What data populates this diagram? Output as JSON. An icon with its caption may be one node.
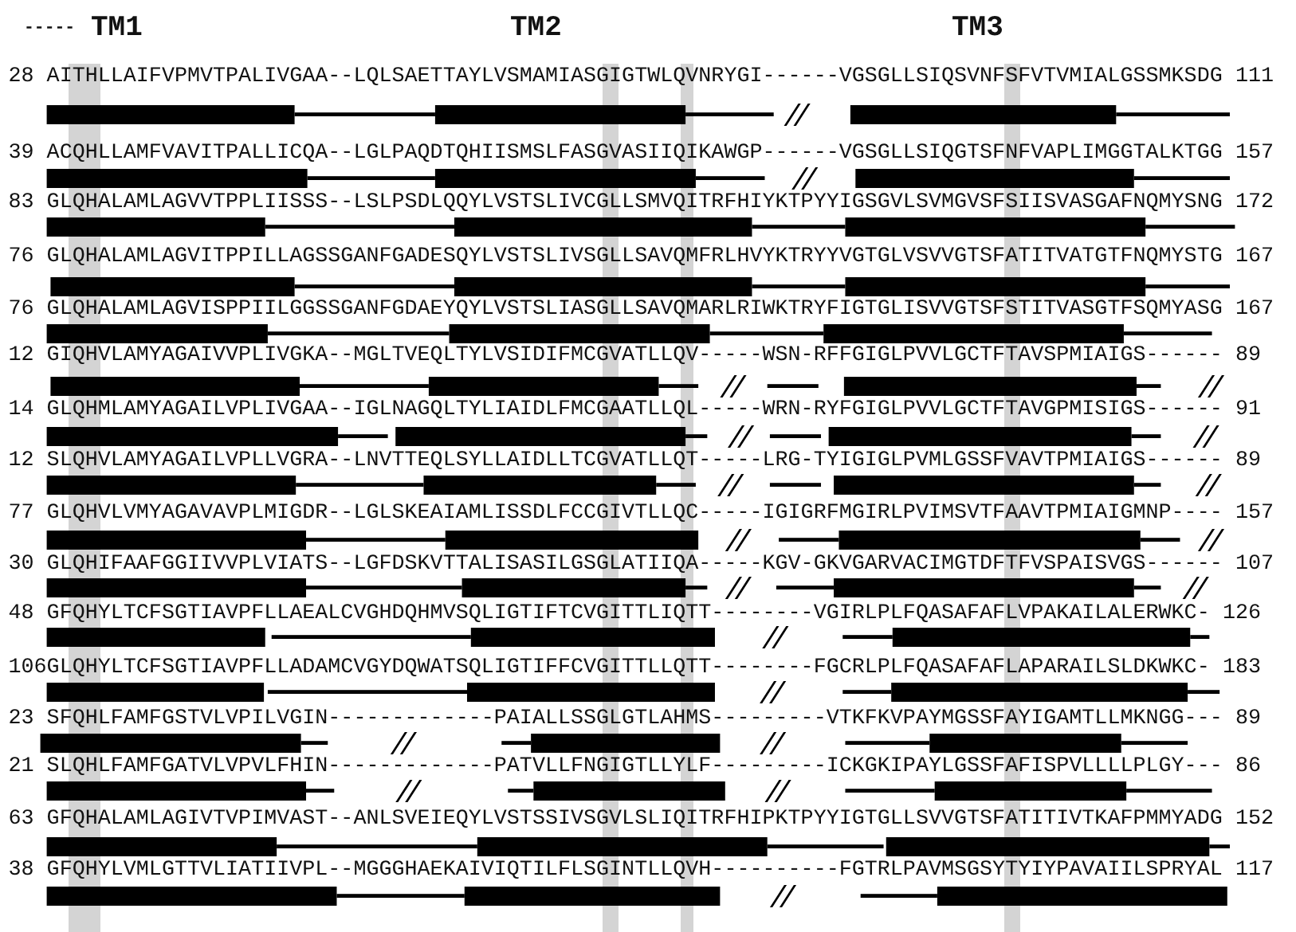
{
  "diagram": {
    "nodes": [
      {
        "text": [],
        "shape": "bar"
      },
      {
        "text": [],
        "shape": "bar"
      },
      {
        "text": [],
        "shape": "bar"
      },
      {
        "text": [],
        "shape": "bar"
      }
    ],
    "labels": [
      "-----",
      "TM1",
      "TM2",
      "TM3",
      "28",
      "AITHLLAIFVPMVTPALIVGAA--LQLSAETTAYLVSMAMIASGIGTWLQVNRYGI------VGSGLLSIQSVNFSFVTVMIALGSSMKSDG",
      "111",
      "39",
      "ACQHLLAMFVAVITPALLICQA--LGLPAQDTQHIISMSLFASGVASIIQIKAWGP------VGSGLLSIQGTSFNFVAPLIMGGTALKTGG",
      "157",
      "83",
      "GLQHALAMLAGVVTPPLIISSS--LSLPSDLQQYLVSTSLIVCGLLSMVQITRFHIYKTPYYIGSGVLSVMGVSFSIISVASGAFNQMYSNG",
      "172",
      "76",
      "GLQHALAMLAGVITPPILLAGSSGANFGADESQYLVSTSLIVSGLLSAVQMFRLHVYKTRYYVGTGLVSVVGTSFATITVATGTFNQMYSTG",
      "167",
      "76",
      "GLQHALAMLAGVISPPIILGGSSGANFGDAEYQYLVSTSLIASGLLSAVQMARLRIWKTRYFIGTGLISVVGTSFSTITVASGTFSQMYASG",
      "167",
      "12",
      "GIQHVLAMYAGAIVVPLIVGKA--MGLTVEQLTYLVSIDIFMCGVATLLQV-----WSN-RFFGIGLPVVLGCTFTAVSPMIAIGS------",
      "89",
      "14",
      "GLQHMLAMYAGAILVPLIVGAA--IGLNAGQLTYLIAIDLFMCGAATLLQL-----WRN-RYFGIGLPVVLGCTFTAVGPMISIGS------",
      "91",
      "12",
      "SLQHVLAMYAGAILVPLLVGRA--LNVTTEQLSYLLAIDLLTCGVATLLQT-----LRG-TYIGIGLPVMLGSSFVAVTPMIAIGS------",
      "89",
      "77",
      "GLQHVLVMYAGAVAVPLMIGDR--LGLSKEAIAMLISSDLFCCGIVTLLQC-----IGIGRFMGIRLPVIMSVTFAAVTPMIAIGMNP----",
      "157",
      "30",
      "GLQHIFAAFGGIIVVPLVIATS--LGFDSKVTTALISASILGSGLATIIQA-----KGV-GKVGARVACIMGTDFTFVSPAISVGS------",
      "107",
      "48",
      "GFQHYLTCFSGTIAVPFLLAEALCVGHDQHMVSQLIGTIFTCVGITTLIQTT--------VGIRLPLFQASAFAFLVPAKAILALERWKC-",
      "126",
      "106",
      "GLQHYLTCFSGTIAVPFLLADAMCVGYDQWATSQLIGTIFFCVGITTLLQTT--------FGCRLPLFQASAFAFLAPARAILSLDKWKC-",
      "183",
      "23",
      "SFQHLFAMFGSTVLVPILVGIN-------------PAIALLSSGLGTLAHMS---------VTKFKVPAYMGSSFAYIGAMTLLMKNGG---",
      "89",
      "21",
      "SLQHLFAMFGATVLVPVLFHIN-------------PATVLLFNGIGTLLYLF---------ICKGKIPAYLGSSFAFISPVLLLLPLGY---",
      "86",
      "63",
      "GFQHALAMLAGIVTVPIMVAST--ANLSVEIEQYLVSTSSIVSGVLSLIQITRFHIPKTPYYIGTGLLSVVGTSFATITIVTKAFPMMYADG",
      "152",
      "38",
      "GFQHYLVMLGTTVLIATIIVPL--MGGGHAEKAIVIQTILFLSGINTLLQVH----------FGTRLPAVMSGSYTYIYPAVAIILSPRYAL",
      "117"
    ]
  }
}
